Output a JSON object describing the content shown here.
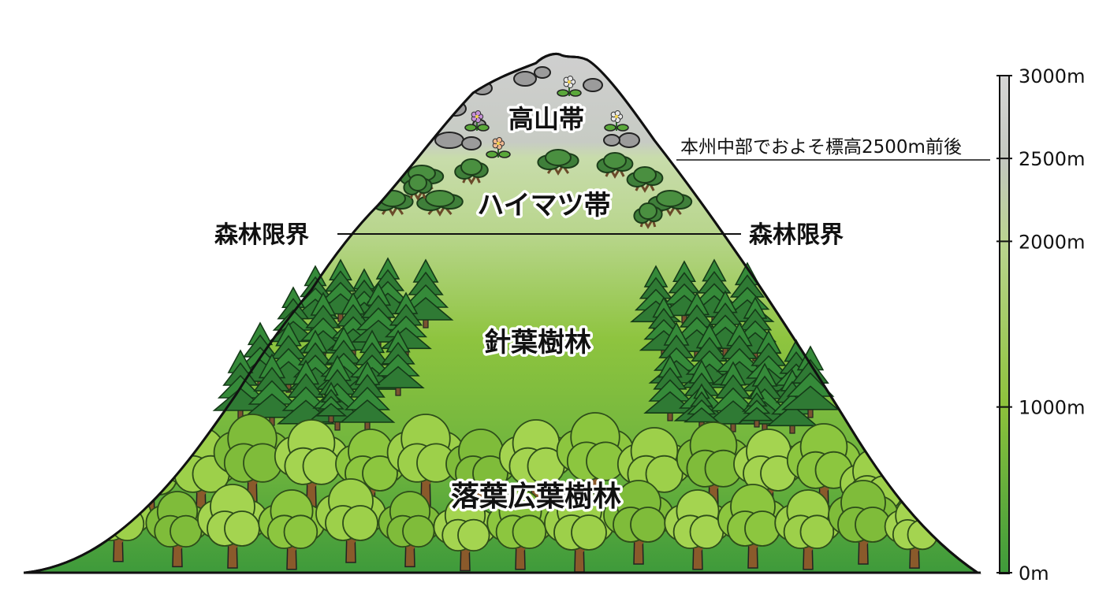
{
  "zones": {
    "alpine": "高山帯",
    "haimatsu": "ハイマツ帯",
    "conifer": "針葉樹林",
    "deciduous": "落葉広葉樹林"
  },
  "treeline": {
    "left_label": "森林限界",
    "right_label": "森林限界"
  },
  "note": "本州中部でおよそ標高2500m前後",
  "scale": {
    "ticks": [
      {
        "value": 3000,
        "label": "3000m"
      },
      {
        "value": 2500,
        "label": "2500m"
      },
      {
        "value": 2000,
        "label": "2000m"
      },
      {
        "value": 1000,
        "label": "1000m"
      },
      {
        "value": 0,
        "label": "0m"
      }
    ]
  },
  "colors": {
    "alpine": "#c9c9c9",
    "haimatsu": "#c6dca6",
    "conifer": "#8cc23c",
    "deciduous": "#3f9c3a",
    "conifer_tree": "#2f7a34",
    "broadleaf_tree": "#8cc63f",
    "trunk": "#8a5a2b"
  },
  "icons": [
    "conifer-tree-icon",
    "broadleaf-tree-icon",
    "haimatsu-shrub-icon",
    "alpine-flower-icon",
    "rock-icon"
  ]
}
